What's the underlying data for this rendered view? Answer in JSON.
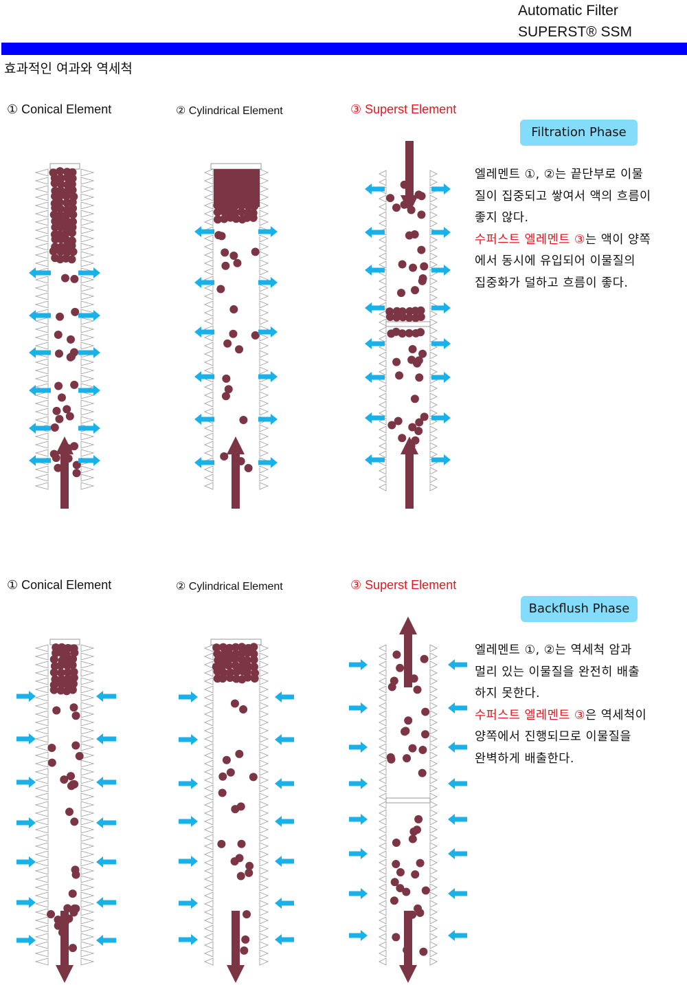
{
  "header": {
    "line1": "Automatic Filter",
    "line2": "SUPERST® SSM",
    "bar_color": "#0000ff"
  },
  "title": "효과적인 여과와 역세척",
  "colors": {
    "particle": "#7b3545",
    "flow_arrow": "#1ab0e8",
    "badge": "#84dcfb",
    "highlight": "#e8141c"
  },
  "filtration": {
    "labels": [
      "① Conical Element",
      "② Cylindrical Element",
      "③ Superst Element"
    ],
    "badge": "Filtration Phase",
    "text": [
      {
        "plain": "엘레멘트 ①, ②는 끝단부로 이물"
      },
      {
        "plain": "질이 집중되고 쌓여서 액의 흐름이"
      },
      {
        "plain": "좋지 않다."
      },
      {
        "red": "수퍼스트 엘레멘트 ③",
        "plain": "는 액이 양쪽"
      },
      {
        "plain": "에서 동시에 유입되어 이물질의"
      },
      {
        "plain": "집중화가 덜하고 흐름이 좋다."
      }
    ]
  },
  "backflush": {
    "labels": [
      "① Conical Element",
      "② Cylindrical Element",
      "③ Superst Element"
    ],
    "badge": "Backflush Phase",
    "text": [
      {
        "plain": "엘레멘트 ①, ②는 역세척 암과"
      },
      {
        "plain": "멀리 있는 이물질을 완전히 배출"
      },
      {
        "plain": "하지 못한다."
      },
      {
        "red": "수퍼스트 엘레멘트 ③",
        "plain": "은 역세척이"
      },
      {
        "plain": "양쪽에서 진행되므로 이물질을"
      },
      {
        "plain": "완벽하게 배출한다."
      }
    ]
  }
}
